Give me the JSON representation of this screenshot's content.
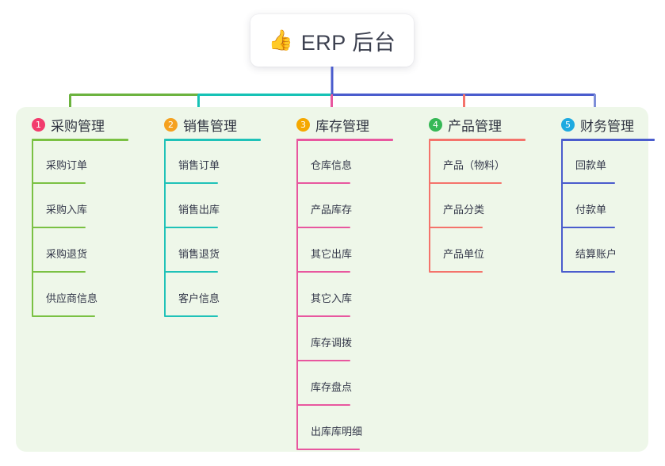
{
  "root": {
    "icon": "thumbs-up-icon",
    "icon_glyph": "👍",
    "title": "ERP 后台"
  },
  "colors": {
    "panel_bg": "#eef7e9",
    "page_bg": "#ffffff",
    "text": "#2f3340",
    "bus_green": "#6cb33f",
    "bus_teal": "#16c2b5",
    "bus_blue": "#4a5ccd"
  },
  "columns": [
    {
      "number": "1",
      "title": "采购管理",
      "badge_color": "#f23c6d",
      "line_color": "#7ac143",
      "drop_color": "#6cb33f",
      "items": [
        {
          "label": "采购订单"
        },
        {
          "label": "采购入库"
        },
        {
          "label": "采购退货"
        },
        {
          "label": "供应商信息"
        }
      ]
    },
    {
      "number": "2",
      "title": "销售管理",
      "badge_color": "#f5a11f",
      "line_color": "#1fc2b8",
      "drop_color": "#16c2b5",
      "items": [
        {
          "label": "销售订单"
        },
        {
          "label": "销售出库"
        },
        {
          "label": "销售退货"
        },
        {
          "label": "客户信息"
        }
      ]
    },
    {
      "number": "3",
      "title": "库存管理",
      "badge_color": "#f5a800",
      "line_color": "#e8579f",
      "drop_color": "#e8579f",
      "items": [
        {
          "label": "仓库信息"
        },
        {
          "label": "产品库存"
        },
        {
          "label": "其它出库"
        },
        {
          "label": "其它入库"
        },
        {
          "label": "库存调拨"
        },
        {
          "label": "库存盘点"
        },
        {
          "label": "出库库明细"
        }
      ]
    },
    {
      "number": "4",
      "title": "产品管理",
      "badge_color": "#36b856",
      "line_color": "#f4736b",
      "drop_color": "#f4736b",
      "items": [
        {
          "label": "产品（物料）"
        },
        {
          "label": "产品分类"
        },
        {
          "label": "产品单位"
        }
      ]
    },
    {
      "number": "5",
      "title": "财务管理",
      "badge_color": "#1eaae0",
      "line_color": "#4a5ccd",
      "drop_color": "#7e8fd8",
      "items": [
        {
          "label": "回款单"
        },
        {
          "label": "付款单"
        },
        {
          "label": "结算账户"
        }
      ]
    }
  ]
}
